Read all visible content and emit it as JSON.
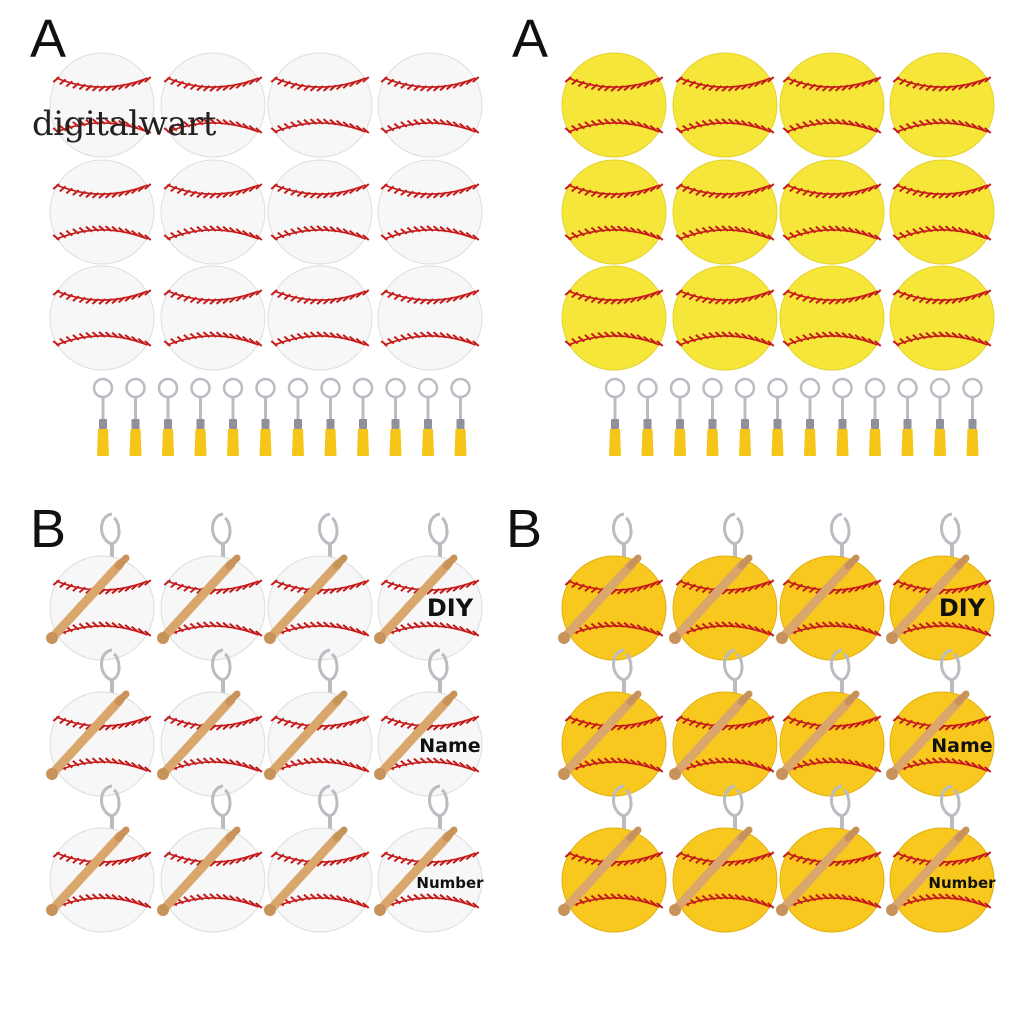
{
  "watermark": "digitalwart",
  "panels": [
    {
      "id": "a-baseball",
      "label": "A",
      "variant": "A",
      "ball": "baseball"
    },
    {
      "id": "a-softball",
      "label": "A",
      "variant": "A",
      "ball": "softball"
    },
    {
      "id": "b-baseball",
      "label": "B",
      "variant": "B",
      "ball": "baseball",
      "custom_texts": [
        "DIY",
        "Name",
        "Number"
      ]
    },
    {
      "id": "b-softball",
      "label": "B",
      "variant": "B",
      "ball": "softball",
      "custom_texts": [
        "DIY",
        "Name",
        "Number"
      ]
    }
  ],
  "colors": {
    "baseball_fill": "#f7f7f7",
    "softball_fill": "#f6e63a",
    "softball_fill_b": "#f9c81e",
    "stitch": "#c41a1a",
    "tassel": "#f5c518",
    "bat": "#d9a66b",
    "metal": "#b9bcc2"
  },
  "counts": {
    "discs_per_panel": 12,
    "keychains_per_panel": 12
  }
}
